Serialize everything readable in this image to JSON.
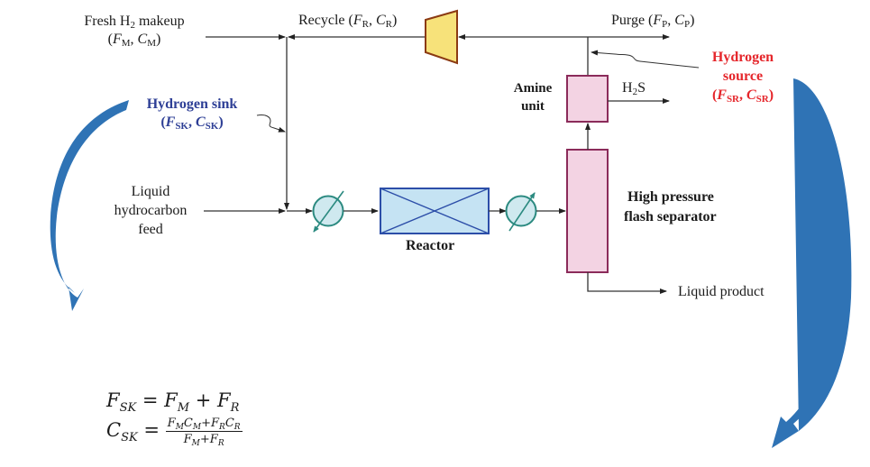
{
  "streams": {
    "fresh_makeup": {
      "name": "Fresh H",
      "sub": "2",
      "suffix": " makeup",
      "flow": "F",
      "flow_sub": "M",
      "conc": "C",
      "conc_sub": "M"
    },
    "recycle": {
      "name": "Recycle",
      "flow": "F",
      "flow_sub": "R",
      "conc": "C",
      "conc_sub": "R"
    },
    "purge": {
      "name": "Purge",
      "flow": "F",
      "flow_sub": "P",
      "conc": "C",
      "conc_sub": "P"
    },
    "liquid_feed": {
      "line1": "Liquid",
      "line2": "hydrocarbon",
      "line3": "feed"
    },
    "h2s": {
      "name": "H",
      "sub": "2",
      "suffix": "S"
    },
    "liquid_product": {
      "name": "Liquid product"
    }
  },
  "units": {
    "amine": {
      "line1": "Amine",
      "line2": "unit"
    },
    "reactor": {
      "name": "Reactor"
    },
    "separator": {
      "line1": "High pressure",
      "line2": "flash separator"
    }
  },
  "annotations": {
    "sink": {
      "title": "Hydrogen sink",
      "flow": "F",
      "flow_sub": "SK",
      "conc": "C",
      "conc_sub": "SK"
    },
    "source": {
      "line1": "Hydrogen",
      "line2": "source",
      "flow": "F",
      "flow_sub": "SR",
      "conc": "C",
      "conc_sub": "SR"
    }
  },
  "equations": {
    "flow": {
      "lhs": "F",
      "lhs_sub": "SK",
      "t1": "F",
      "t1_sub": "M",
      "t2": "F",
      "t2_sub": "R"
    },
    "conc": {
      "lhs": "C",
      "lhs_sub": "SK",
      "num": [
        {
          "v": "F",
          "s": "M"
        },
        {
          "v": "C",
          "s": "M"
        },
        {
          "op": "+"
        },
        {
          "v": "F",
          "s": "R"
        },
        {
          "v": "C",
          "s": "R"
        }
      ],
      "den": [
        {
          "v": "F",
          "s": "M"
        },
        {
          "op": "+"
        },
        {
          "v": "F",
          "s": "R"
        }
      ]
    }
  },
  "colors": {
    "line": "#333333",
    "compressor_fill": "#f7e27a",
    "compressor_stroke": "#8b3a12",
    "vessel_fill": "#f3d3e3",
    "vessel_stroke": "#8b2b5a",
    "reactor_fill": "#c5e3f3",
    "reactor_stroke": "#2c4ea8",
    "exchanger_fill": "#cfe9ef",
    "exchanger_stroke": "#2b8a80",
    "curved_arrow": "#2f73b5",
    "sink_text": "#2e3f96",
    "source_text": "#e5262b"
  }
}
